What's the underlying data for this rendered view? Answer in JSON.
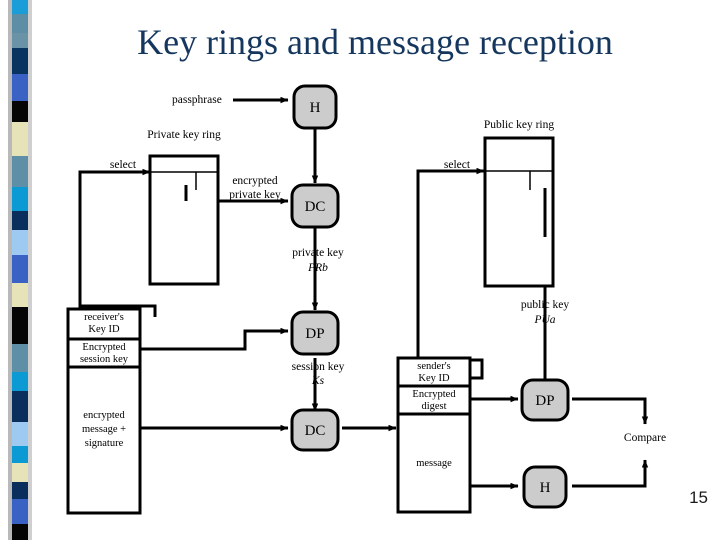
{
  "slide": {
    "title": "Key rings and message reception",
    "page_number": "15",
    "title_color": "#15375e",
    "background_color": "#ffffff"
  },
  "sidebar": {
    "name": "decorative-color-strip",
    "bands": [
      {
        "color": "#1b9ed8",
        "height": 16
      },
      {
        "color": "#5d8ea6",
        "height": 22
      },
      {
        "color": "#6b93a8",
        "height": 18
      },
      {
        "color": "#0a3460",
        "height": 30
      },
      {
        "color": "#3a62c4",
        "height": 32
      },
      {
        "color": "#050505",
        "height": 24
      },
      {
        "color": "#e6e3b8",
        "height": 40
      },
      {
        "color": "#5e8fa6",
        "height": 36
      },
      {
        "color": "#0b9ad4",
        "height": 28
      },
      {
        "color": "#0b2f5c",
        "height": 22
      },
      {
        "color": "#9ec9f0",
        "height": 30
      },
      {
        "color": "#3a62c4",
        "height": 32
      },
      {
        "color": "#e6e3b8",
        "height": 28
      },
      {
        "color": "#050505",
        "height": 44
      },
      {
        "color": "#5e8fa6",
        "height": 32
      },
      {
        "color": "#0b9ad4",
        "height": 22
      },
      {
        "color": "#0b2f5c",
        "height": 36
      },
      {
        "color": "#9ec9f0",
        "height": 28
      },
      {
        "color": "#0b9ad4",
        "height": 20
      },
      {
        "color": "#e6e3b8",
        "height": 22
      },
      {
        "color": "#0b2f5c",
        "height": 20
      },
      {
        "color": "#3a62c4",
        "height": 30
      },
      {
        "color": "#050505",
        "height": 18
      }
    ]
  },
  "diagram": {
    "name": "pgp-message-reception-diagram",
    "operators": [
      {
        "id": "h-top",
        "label": "H",
        "fill": "#cccccc"
      },
      {
        "id": "dc-top",
        "label": "DC",
        "fill": "#cccccc"
      },
      {
        "id": "dp-mid",
        "label": "DP",
        "fill": "#cccccc"
      },
      {
        "id": "dc-mid",
        "label": "DC",
        "fill": "#cccccc"
      },
      {
        "id": "dp-right",
        "label": "DP",
        "fill": "#cccccc"
      },
      {
        "id": "h-bottom",
        "label": "H",
        "fill": "#cccccc"
      }
    ],
    "labels": {
      "passphrase": "passphrase",
      "private_key_ring": "Private key ring",
      "public_key_ring": "Public key ring",
      "select_left": "select",
      "select_right": "select",
      "encrypted_private_key_1": "encrypted",
      "encrypted_private_key_2": "private key",
      "private_key_1": "private key",
      "private_key_2": "PRb",
      "public_key_1": "public key",
      "public_key_2": "PUa",
      "session_key_1": "session key",
      "session_key_2": "Ks",
      "compare": "Compare"
    },
    "packet_left": {
      "name": "received-message-packet",
      "rows": [
        {
          "lines": [
            "receiver's",
            "Key ID"
          ]
        },
        {
          "lines": [
            "Encrypted",
            "session key"
          ]
        },
        {
          "lines": [
            "encrypted",
            "message +",
            "signature"
          ]
        }
      ]
    },
    "packet_right": {
      "name": "decrypted-message-packet",
      "rows": [
        {
          "lines": [
            "sender's",
            "Key ID"
          ]
        },
        {
          "lines": [
            "Encrypted",
            "digest"
          ]
        },
        {
          "lines": [
            "message"
          ]
        }
      ]
    }
  }
}
